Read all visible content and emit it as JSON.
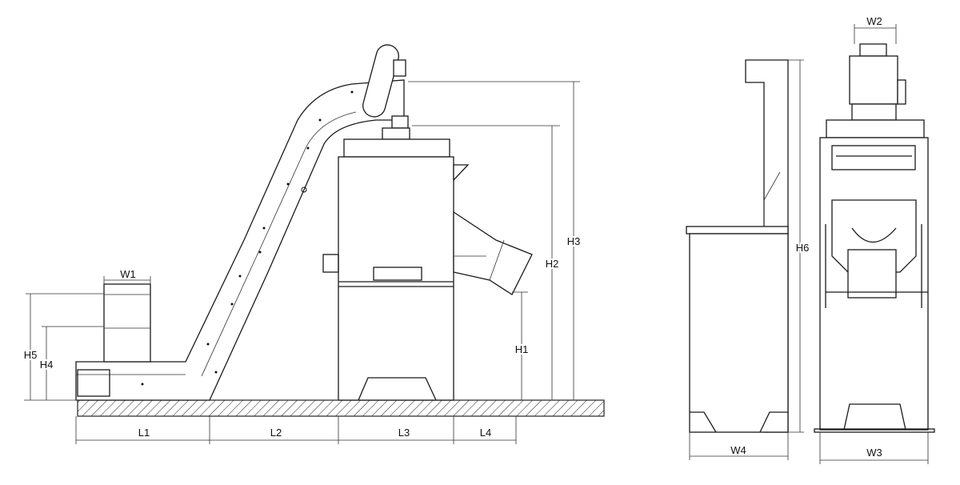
{
  "diagram": {
    "description_labels": {
      "W1": "W1",
      "W2": "W2",
      "W3": "W3",
      "W4": "W4",
      "H1": "H1",
      "H2": "H2",
      "H3": "H3",
      "H4": "H4",
      "H5": "H5",
      "H6": "H6",
      "L1": "L1",
      "L2": "L2",
      "L3": "L3",
      "L4": "L4"
    },
    "colors": {
      "line": "#1a1a1a",
      "background": "#ffffff"
    }
  }
}
